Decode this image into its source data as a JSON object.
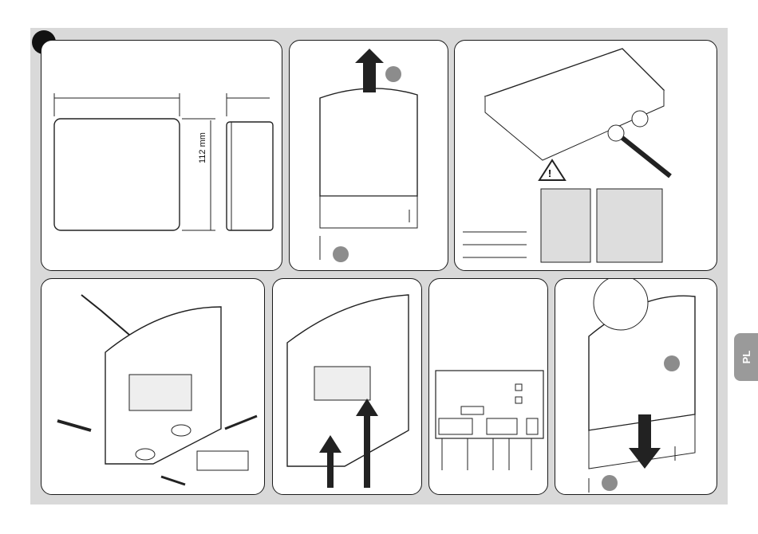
{
  "document": {
    "language_tab": "PL",
    "dimension_label": "112 mm"
  },
  "colors": {
    "sheet_background": "#d9d9d9",
    "panel_border": "#1a1a1a",
    "step_marker": "#111111",
    "callout_marker": "#8c8c8c",
    "language_tab": "#9a9a9a"
  },
  "icons": [
    "warning-triangle-icon",
    "step-number-dot",
    "up-arrow-icon",
    "down-arrow-icon",
    "rotate-screw-arrow-icon"
  ]
}
